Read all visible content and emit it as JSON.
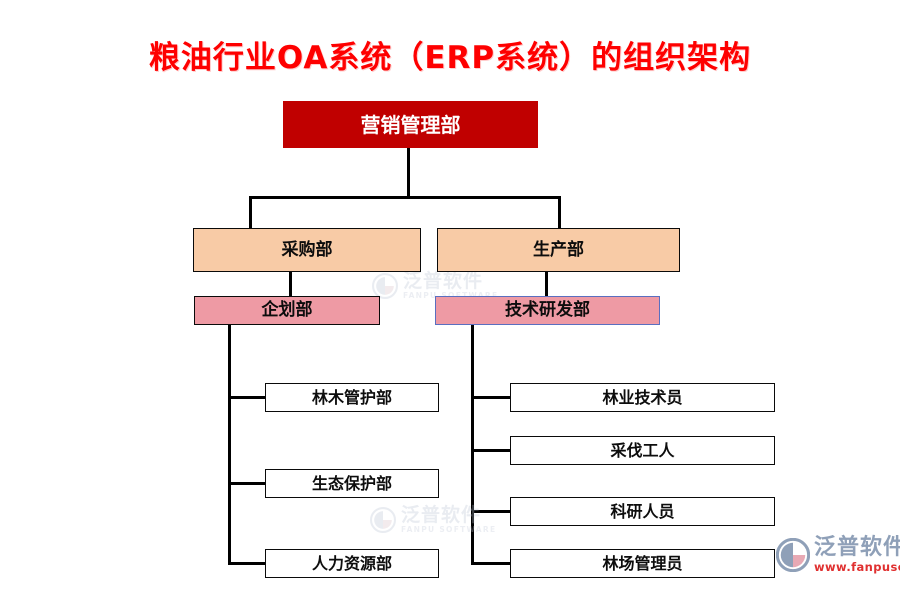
{
  "page": {
    "title": "粮油行业OA系统（ERP系统）的组织架构",
    "title_color": "#fe0000",
    "background": "#ffffff"
  },
  "chart": {
    "type": "org-chart",
    "root": {
      "label": "营销管理部",
      "fill": "#c00000",
      "text_color": "#ffffff"
    },
    "level2": [
      {
        "label": "采购部",
        "fill": "#f8cba6",
        "border": "#0a0a0a"
      },
      {
        "label": "生产部",
        "fill": "#f8cba6",
        "border": "#0a0a0a"
      }
    ],
    "level3": [
      {
        "label": "企划部",
        "fill": "#ee9aa4",
        "border": "#0a0a0a"
      },
      {
        "label": "技术研发部",
        "fill": "#ee9aa4",
        "border": "#5a6fc0"
      }
    ],
    "left_leaves": [
      {
        "label": "林木管护部",
        "fill": "#ffffff",
        "border": "#0a0a0a"
      },
      {
        "label": "生态保护部",
        "fill": "#ffffff",
        "border": "#0a0a0a"
      },
      {
        "label": "人力资源部",
        "fill": "#ffffff",
        "border": "#0a0a0a"
      }
    ],
    "right_leaves": [
      {
        "label": "林业技术员",
        "fill": "#ffffff",
        "border": "#0a0a0a"
      },
      {
        "label": "采伐工人",
        "fill": "#ffffff",
        "border": "#0a0a0a"
      },
      {
        "label": "科研人员",
        "fill": "#ffffff",
        "border": "#0a0a0a"
      },
      {
        "label": "林场管理员",
        "fill": "#ffffff",
        "border": "#0a0a0a"
      }
    ]
  },
  "watermarks": [
    {
      "cn": "泛普软件",
      "en": "FANPU SOFTWARE"
    },
    {
      "cn": "泛普软件",
      "en": "FANPU SOFTWARE"
    }
  ],
  "logo": {
    "cn": "泛普软件",
    "url": "www.fanpusoft.com",
    "url_color": "#e03030"
  }
}
